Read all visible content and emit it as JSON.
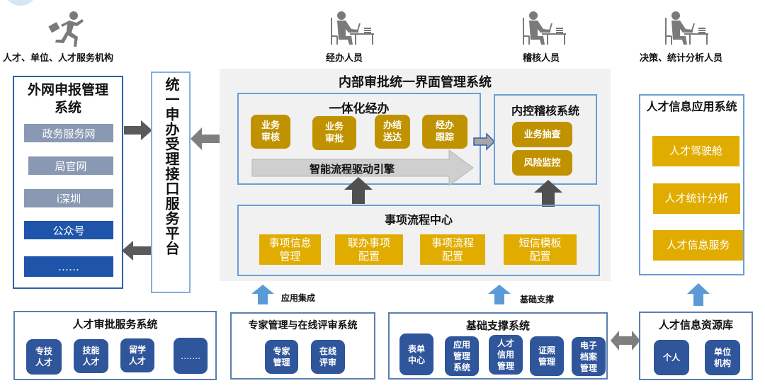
{
  "actors": [
    {
      "icon": "running-person-with-briefcase-icon",
      "label": "人才、单位、人才服务机构"
    },
    {
      "icon": "person-at-desk-icon",
      "label": "经办人员"
    },
    {
      "icon": "person-at-desk-icon",
      "label": "稽核人员"
    },
    {
      "icon": "person-at-desk-icon",
      "label": "决策、统计分析人员"
    }
  ],
  "outer_system": {
    "title": "外网申报管理系统",
    "channels": [
      "政务服务网",
      "局官网",
      "i深圳",
      "公众号",
      "……"
    ]
  },
  "platform": {
    "title": "统一申办受理接口服务平台"
  },
  "internal": {
    "title": "内部审批统一界面管理系统",
    "integrated": {
      "title": "一体化经办",
      "items": [
        "业务\n审核",
        "业务\n审批",
        "办结\n送达",
        "经办\n跟踪"
      ],
      "engine": "智能流程驱动引擎"
    },
    "audit": {
      "title": "内控稽核系统",
      "items": [
        "业务抽查",
        "风险监控"
      ]
    },
    "flow_center": {
      "title": "事项流程中心",
      "items": [
        "事项信息\n管理",
        "联办事项\n配置",
        "事项流程\n配置",
        "短信模板\n配置"
      ]
    }
  },
  "app_system": {
    "title": "人才信息应用系统",
    "items": [
      "人才驾驶舱",
      "人才统计分析",
      "人才信息服务"
    ]
  },
  "connectors": {
    "app_integration": "应用集成",
    "base_support": "基础支撑"
  },
  "bottom": {
    "approval": {
      "title": "人才审批服务系统",
      "items": [
        "专技\n人才",
        "技能\n人才",
        "留学\n人才",
        "……."
      ]
    },
    "expert": {
      "title": "专家管理与在线评审系统",
      "items": [
        "专家\n管理",
        "在线\n评审"
      ]
    },
    "base": {
      "title": "基础支撑系统",
      "items": [
        "表单\n中心",
        "应用\n管理\n系统",
        "人才\n信用\n管理",
        "证照\n管理",
        "电子\n档案\n管理"
      ]
    },
    "resource": {
      "title": "人才信息资源库",
      "items": [
        "个人",
        "单位\n机构"
      ]
    }
  },
  "colors": {
    "gold": "#c09200",
    "yellow": "#e1ac00",
    "navy": "#2f559b",
    "channel_gray": "#8a99b3",
    "channel_blue": "#1e55aa",
    "border_blue": "#6a9fd6",
    "arrow_gray": "#5a5a5a",
    "arrow_light_blue": "#5b9bd5"
  }
}
